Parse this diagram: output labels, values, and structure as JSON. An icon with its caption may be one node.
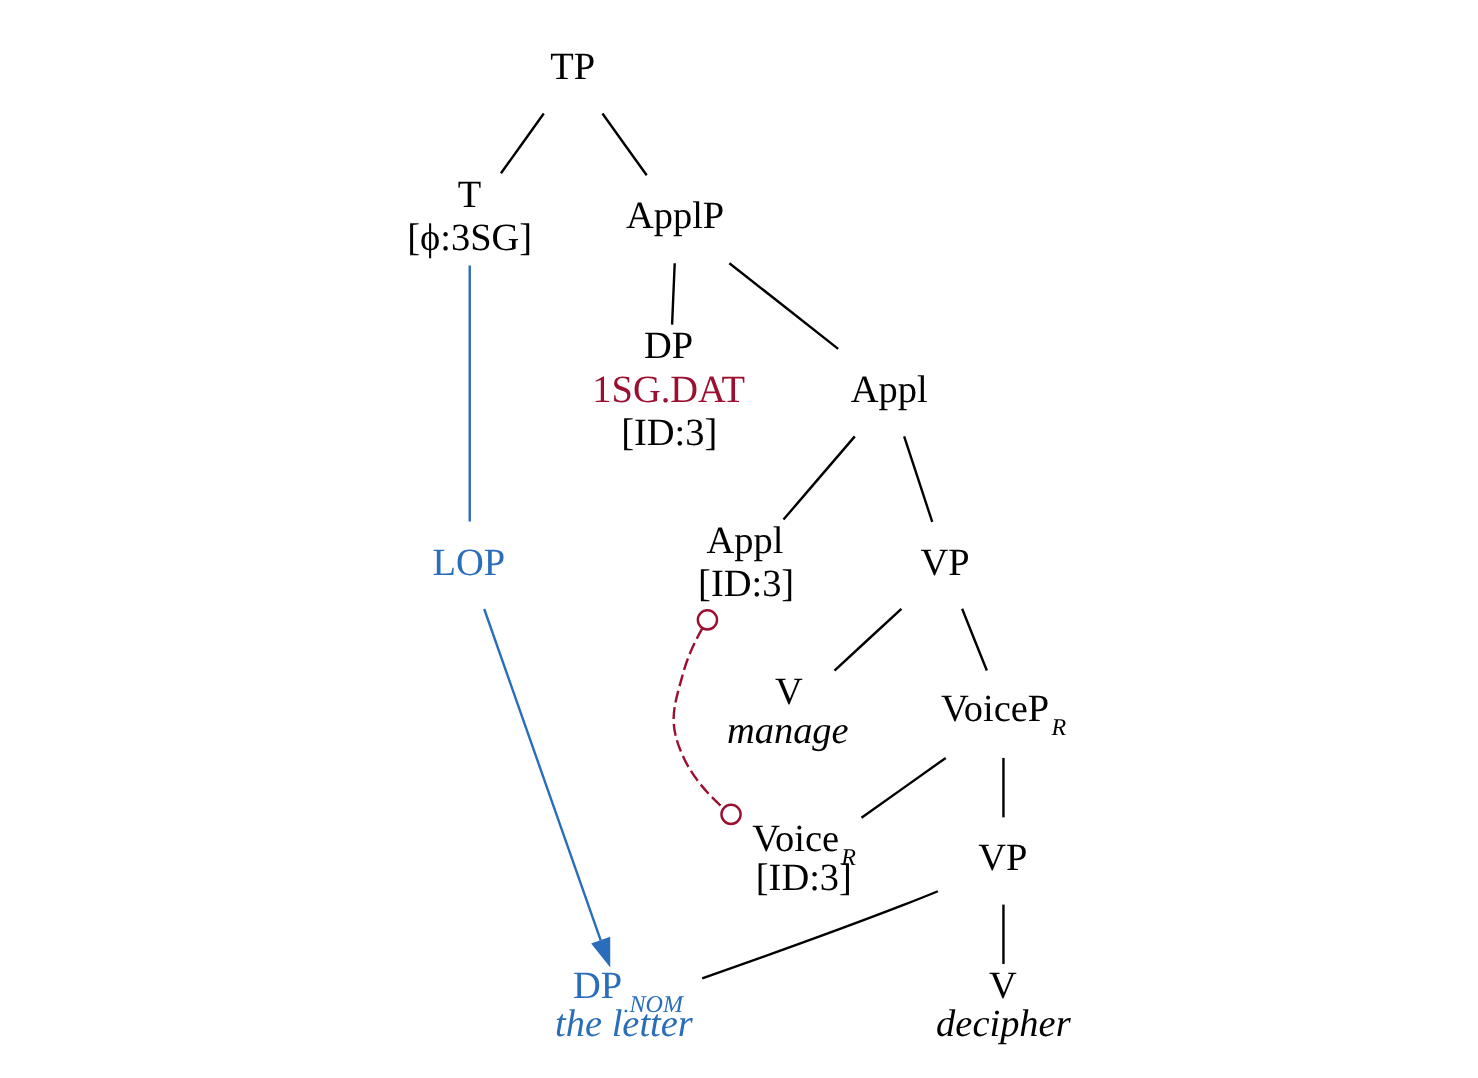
{
  "diagram": {
    "nodes": [
      {
        "text": [
          "TP"
        ]
      },
      {
        "text": [
          "T",
          "[ϕ:3SG]"
        ]
      },
      {
        "text": [
          "ApplP"
        ]
      },
      {
        "text": [
          "DP",
          "1SG.DAT",
          "[ID:3]"
        ]
      },
      {
        "text": [
          "Appl"
        ]
      },
      {
        "text": [
          "Appl",
          "[ID:3]"
        ]
      },
      {
        "text": [
          "VP"
        ]
      },
      {
        "text": [
          "V",
          "manage"
        ]
      },
      {
        "text": [
          "VoiceP$_{R}$"
        ]
      },
      {
        "text": [
          "Voice$_{R}$",
          "[ID:3]"
        ]
      },
      {
        "text": [
          "VP"
        ]
      },
      {
        "text": [
          "V",
          "decipher"
        ]
      },
      {
        "text": [
          "DP$_{.NOM}$",
          "the letter"
        ]
      },
      {
        "text": [
          "LOP"
        ]
      }
    ],
    "edges": [
      {
        "from": 0,
        "to": 1,
        "arrow": "none"
      },
      {
        "from": 0,
        "to": 2,
        "arrow": "none"
      },
      {
        "from": 2,
        "to": 3,
        "arrow": "none"
      },
      {
        "from": 2,
        "to": 4,
        "arrow": "none"
      },
      {
        "from": 4,
        "to": 5,
        "arrow": "none"
      },
      {
        "from": 4,
        "to": 6,
        "arrow": "none"
      },
      {
        "from": 6,
        "to": 7,
        "arrow": "none"
      },
      {
        "from": 6,
        "to": 8,
        "arrow": "none"
      },
      {
        "from": 8,
        "to": 9,
        "arrow": "none"
      },
      {
        "from": 8,
        "to": 10,
        "arrow": "none"
      },
      {
        "from": 10,
        "to": 11,
        "arrow": "none"
      },
      {
        "from": 10,
        "to": 12,
        "arrow": "none"
      },
      {
        "from": 5,
        "to": 9,
        "arrow": "other",
        "style": "dashed",
        "color": "#9b1030"
      },
      {
        "from": 1,
        "to": 13,
        "arrow": "none",
        "color": "#2a6ebb"
      },
      {
        "from": 13,
        "to": 12,
        "arrow": "to",
        "color": "#2a6ebb"
      }
    ]
  }
}
